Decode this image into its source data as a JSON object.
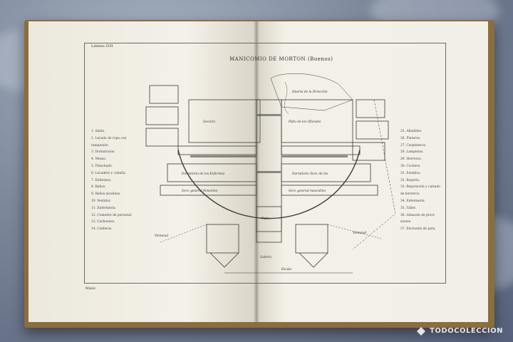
{
  "plate_label": "Lámina LVII",
  "plan_title": "MANICOMIO DE MORTON (Buenos)",
  "left_legend": [
    "1. Salón.",
    "2. Lavado de ropa con",
    "   tanqueado.",
    "3. Dormitorios.",
    "4. Mesas.",
    "5. Planchado.",
    "6. Lavadero y cabaña.",
    "7. Enfermos.",
    "8. Baños.",
    "9. Baños alcalinos.",
    "10. Vestidor.",
    "11. Enfermería.",
    "12. Comedor de personal.",
    "13. Carbonera.",
    "14. Calderas."
  ],
  "right_legend": [
    "25. Albañiles.",
    "26. Pintores.",
    "27. Carpinteros.",
    "28. Lampistas.",
    "29. Herreros.",
    "30. Cochera.",
    "31. Establos.",
    "32. Ropería.",
    "33. Reparación y calzado",
    "    de herreros.",
    "34. Enfermería.",
    "35. Taller.",
    "36. Almacén de provi-",
    "    siones.",
    "37. Enclusión de pata."
  ],
  "plan_labels": {
    "gardens": "Huerta de la Dirección",
    "north_court": "Sección",
    "admin_court": "Patio de los Oficiales",
    "left_hall": "Dormitorio de los Enfermos",
    "right_hall": "Dormitorio Serv. de los",
    "left_corridor": "Serv. general femenino",
    "right_corridor": "Serv. general masculino",
    "center": "Patio",
    "left_road": "Ventanal",
    "right_road": "Ventanal",
    "bottom_center": "Galería",
    "scale_label": "Escala"
  },
  "footer_text": "Manic.",
  "watermark": "TODOCOLECCION"
}
